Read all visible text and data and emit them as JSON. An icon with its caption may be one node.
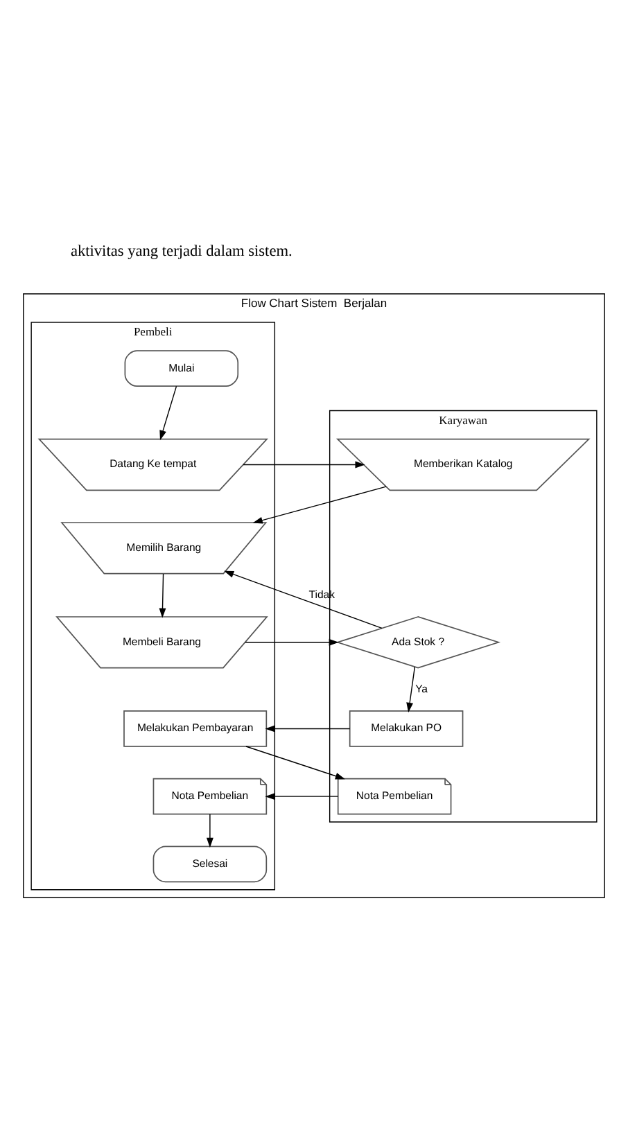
{
  "diagram": {
    "nodes": [
      {
        "text": [
          "Flow Chart Sistem  Berjalan"
        ]
      },
      {
        "text": [
          "Karyawan"
        ],
        "in": 0
      },
      {
        "text": [
          "Pembeli"
        ],
        "in": 0
      },
      {
        "text": [
          "Mulai"
        ],
        "in": 2
      },
      {
        "text": [
          "Datang Ke tempat"
        ],
        "in": 2
      },
      {
        "text": [
          "Memberikan Katalog"
        ],
        "in": 1
      },
      {
        "text": [
          "Memilih Barang"
        ],
        "in": 2
      },
      {
        "text": [
          "Membeli Barang"
        ],
        "in": 2
      },
      {
        "text": [
          "Ada Stok ?"
        ],
        "in": 1
      },
      {
        "text": [
          "Melakukan PO"
        ],
        "in": 1
      },
      {
        "text": [
          "Melakukan Pembayaran"
        ],
        "in": 2
      },
      {
        "text": [
          "Nota Pembelian"
        ],
        "in": 1
      },
      {
        "text": [
          "Nota Pembelian"
        ],
        "in": 2
      },
      {
        "text": [
          "Selesai"
        ],
        "in": 2
      }
    ],
    "edges": [
      {
        "from": 3,
        "to": 4,
        "arrow": "to"
      },
      {
        "from": 4,
        "to": 5,
        "arrow": "to"
      },
      {
        "from": 5,
        "to": 6,
        "arrow": "to"
      },
      {
        "from": 6,
        "to": 7,
        "arrow": "to"
      },
      {
        "from": 7,
        "to": 8,
        "arrow": "to"
      },
      {
        "from": 8,
        "to": 6,
        "arrow": "to",
        "label": "Tidak"
      },
      {
        "from": 8,
        "to": 9,
        "arrow": "to",
        "label": "Ya"
      },
      {
        "from": 9,
        "to": 10,
        "arrow": "to"
      },
      {
        "from": 10,
        "to": 11,
        "arrow": "to"
      },
      {
        "from": 11,
        "to": 12,
        "arrow": "to"
      },
      {
        "from": 12,
        "to": 13,
        "arrow": "to"
      }
    ],
    "labels": [
      "aktivitas yang terjadi dalam sistem."
    ]
  }
}
